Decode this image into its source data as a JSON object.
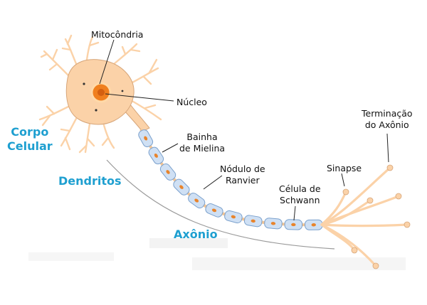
{
  "colors": {
    "soma_fill": "#fbd2a8",
    "soma_stroke": "#d6a579",
    "nucleus": "#f07f1e",
    "myelin_fill": "#cfe0f4",
    "myelin_stroke": "#7ba1cd",
    "schwann_nucleus": "#e8842c",
    "leader": "#222222",
    "blue_label": "#1e9fd0"
  },
  "labels": {
    "mitocondria": "Mitocôndria",
    "nucleo": "Núcleo",
    "bainha_line1": "Bainha",
    "bainha_line2": "de Mielina",
    "nodulo_line1": "Nódulo de",
    "nodulo_line2": "Ranvier",
    "celula_line1": "Célula de",
    "celula_line2": "Schwann",
    "sinapse": "Sinapse",
    "terminacao_line1": "Terminação",
    "terminacao_line2": "do Axônio",
    "corpo_line1": "Corpo",
    "corpo_line2": "Celular",
    "dendritos": "Dendritos",
    "axonio": "Axônio"
  }
}
